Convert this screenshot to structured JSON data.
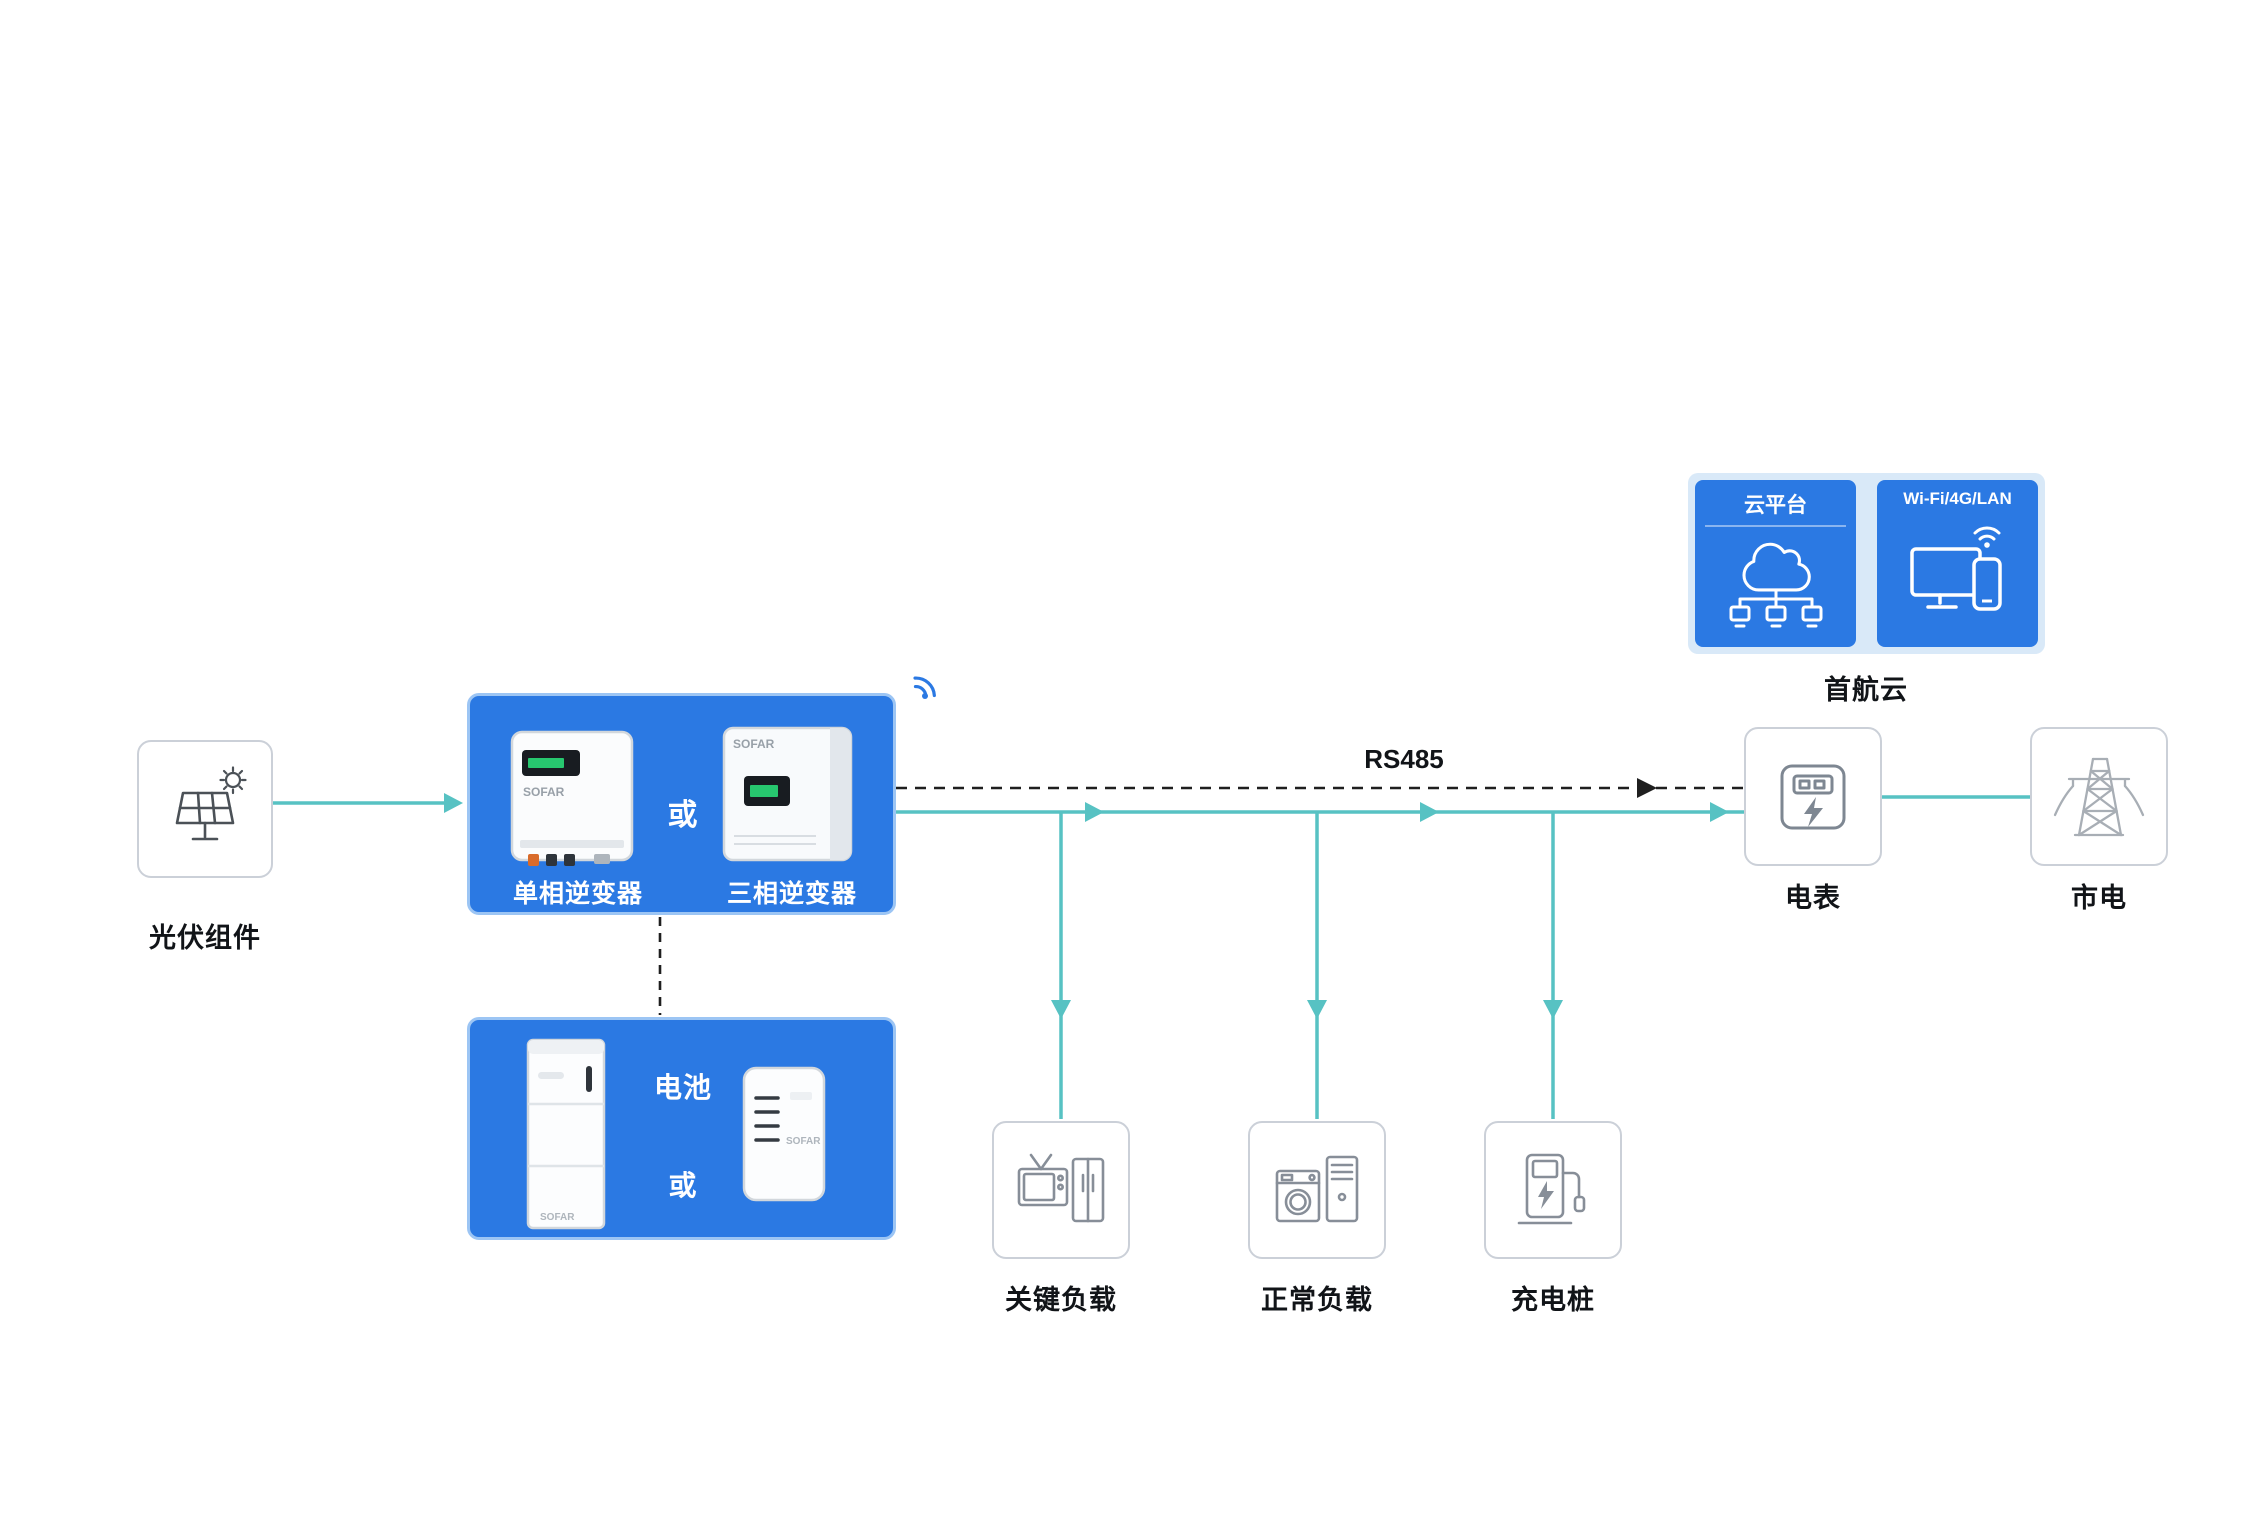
{
  "colors": {
    "brand_blue": "#2B79E3",
    "blue_box_border": "#9CC5F4",
    "line_teal": "#57C2C3",
    "dashed_line": "#1F1F1F",
    "cloud_panel_bg": "#D9E9F8",
    "white_box_border": "#CBD0D8",
    "icon_gray": "#878E98"
  },
  "diagram": {
    "brand": "SOFAR",
    "pv": {
      "label": "光伏组件"
    },
    "inverters": {
      "single_phase": "单相逆变器",
      "or": "或",
      "three_phase": "三相逆变器"
    },
    "battery": {
      "title": "电池",
      "or": "或"
    },
    "cloud": {
      "platform_tile": "云平台",
      "comm_tile": "Wi-Fi/4G/LAN",
      "caption": "首航云"
    },
    "bus": {
      "label": "RS485"
    },
    "meter": {
      "label": "电表"
    },
    "grid": {
      "label": "市电"
    },
    "loads": [
      {
        "label": "关键负载"
      },
      {
        "label": "正常负载"
      },
      {
        "label": "充电桩"
      }
    ]
  }
}
